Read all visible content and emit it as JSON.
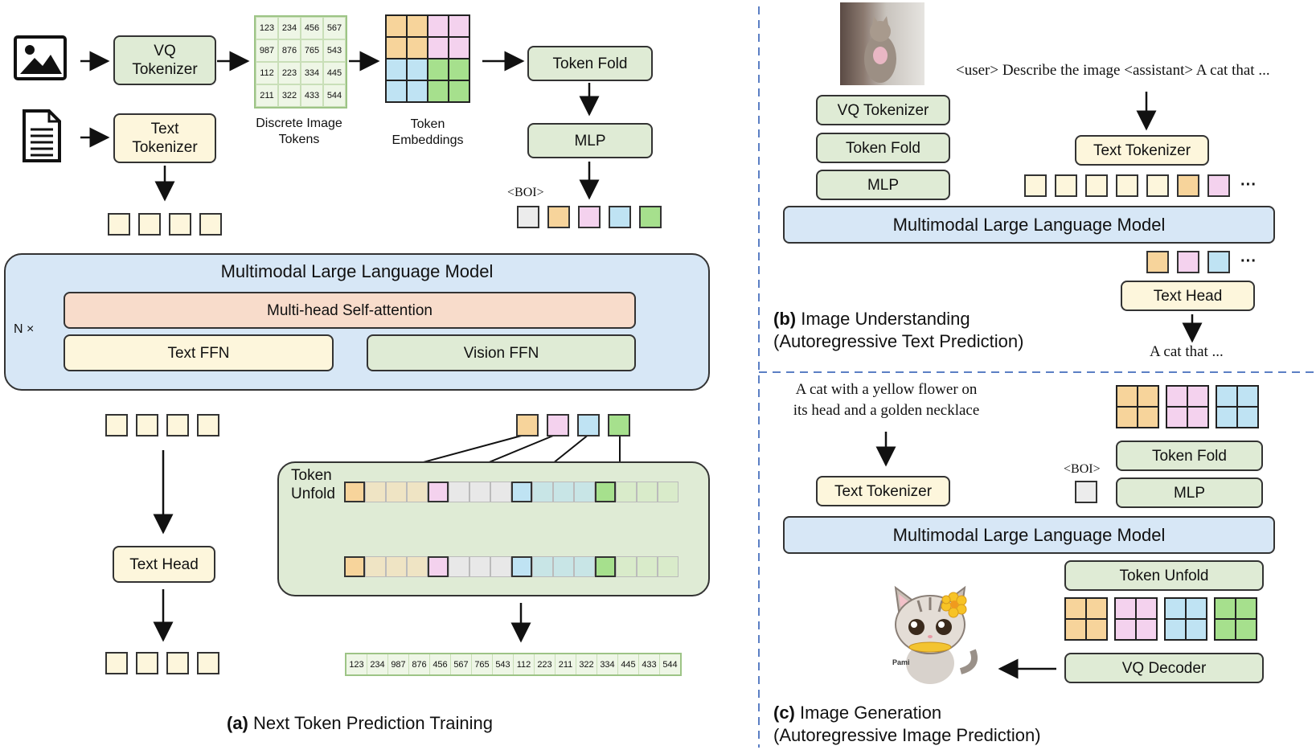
{
  "panel_a": {
    "vq_tokenizer": "VQ\nTokenizer",
    "text_tokenizer": "Text\nTokenizer",
    "discrete_image_tokens_label": "Discrete Image\nTokens",
    "token_embeddings_label": "Token\nEmbeddings",
    "token_grid": [
      "123",
      "234",
      "456",
      "567",
      "987",
      "876",
      "765",
      "543",
      "112",
      "223",
      "334",
      "445",
      "211",
      "322",
      "433",
      "544"
    ],
    "token_fold": "Token Fold",
    "mlp": "MLP",
    "boi": "<BOI>",
    "mllm_title": "Multimodal Large Language Model",
    "multi_head": "Multi-head Self-attention",
    "text_ffn": "Text FFN",
    "vision_ffn": "Vision FFN",
    "n_times": "N ×",
    "token_unfold": "Token\nUnfold",
    "text_head": "Text Head",
    "output_tokens": [
      "123",
      "234",
      "987",
      "876",
      "456",
      "567",
      "765",
      "543",
      "112",
      "223",
      "211",
      "322",
      "334",
      "445",
      "433",
      "544"
    ],
    "caption_bold": "(a)",
    "caption": " Next Token Prediction Training"
  },
  "panel_b": {
    "prompt": "<user> Describe the image <assistant> A cat that ...",
    "vq_tokenizer": "VQ Tokenizer",
    "token_fold": "Token Fold",
    "mlp": "MLP",
    "text_tokenizer": "Text Tokenizer",
    "mllm_title": "Multimodal Large Language Model",
    "text_head": "Text Head",
    "output": "A cat that ...",
    "ellipsis": "···",
    "caption_bold": "(b)",
    "caption": " Image Understanding",
    "caption2": "(Autoregressive Text Prediction)"
  },
  "panel_c": {
    "prompt": "A cat with a yellow flower on\nits head and a golden necklace",
    "text_tokenizer": "Text Tokenizer",
    "boi": "<BOI>",
    "token_fold": "Token Fold",
    "mlp": "MLP",
    "mllm_title": "Multimodal Large Language Model",
    "token_unfold": "Token Unfold",
    "vq_decoder": "VQ Decoder",
    "pami": "Pami",
    "caption_bold": "(c)",
    "caption": " Image Generation",
    "caption2": "(Autoregressive Image Prediction)"
  },
  "colors": {
    "orange": "#f7d49b",
    "pink": "#f4d2ee",
    "blue": "#bfe3f3",
    "green": "#a6e08d",
    "cream": "#fdf6dc",
    "gray": "#ececec",
    "dashed": "#5b7fc4"
  }
}
